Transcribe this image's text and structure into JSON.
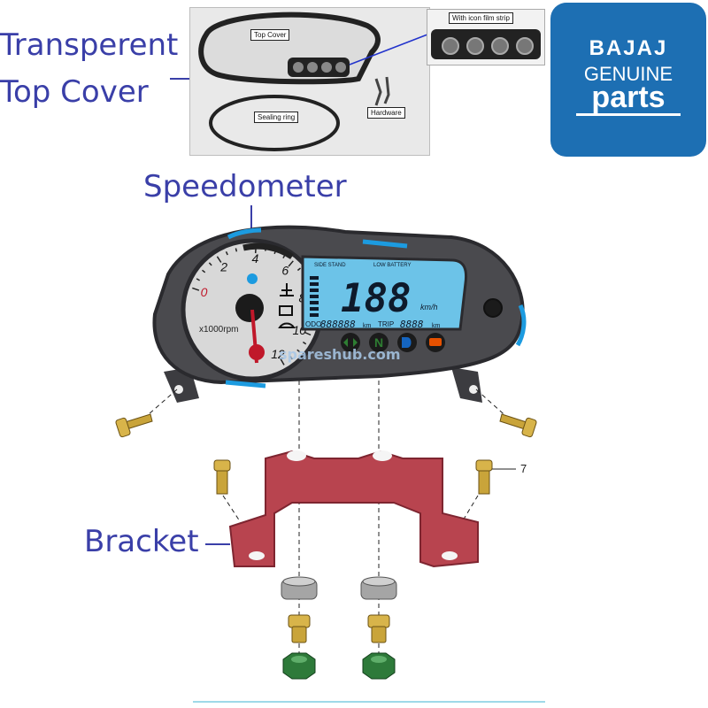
{
  "labels": {
    "top_cover_line1": "Transperent",
    "top_cover_line2": "Top Cover",
    "speedometer": "Speedometer",
    "bracket": "Bracket",
    "part_number": "7"
  },
  "photo": {
    "top_cover_tag": "Top Cover",
    "icon_strip_tag": "With icon film strip",
    "sealing_ring_tag": "Sealing ring",
    "hardware_tag": "Hardware"
  },
  "logo": {
    "brand": "BAJAJ",
    "line2": "GENUINE",
    "line3": "parts",
    "bg_color": "#1d6fb3"
  },
  "meter": {
    "tach_numbers": [
      "0",
      "2",
      "4",
      "6",
      "8",
      "10",
      "12"
    ],
    "rpm_unit": "x1000rpm",
    "side_stand_label": "SIDE STAND",
    "low_battery_label": "LOW BATTERY",
    "speed": "188",
    "speed_unit": "km/h",
    "odo_label": "ODO",
    "odo_value": "888888",
    "odo_unit": "km",
    "trip_label": "TRIP",
    "trip_value": "8888",
    "trip_unit": "km",
    "watermark": "spareshub.com",
    "icon_names": [
      "turn-signal-icon",
      "neutral-icon",
      "high-beam-icon",
      "engine-warning-icon"
    ],
    "neutral_text": "N",
    "colors": {
      "body": "#4a4a4e",
      "lcd": "#6cc3e8",
      "accent_blue": "#1c9be0",
      "needle": "#c0182a",
      "tach_face": "#d8d8d8",
      "green_lamp": "#2e7d32",
      "blue_lamp": "#1565c0",
      "orange_lamp": "#e65100"
    }
  },
  "colors": {
    "label_blue": "#3a3fa8",
    "bracket": "#b8444f",
    "bolt_gold": "#c9a43a",
    "nut_green": "#2e7a3a",
    "grommet_grey": "#a5a5a5"
  }
}
